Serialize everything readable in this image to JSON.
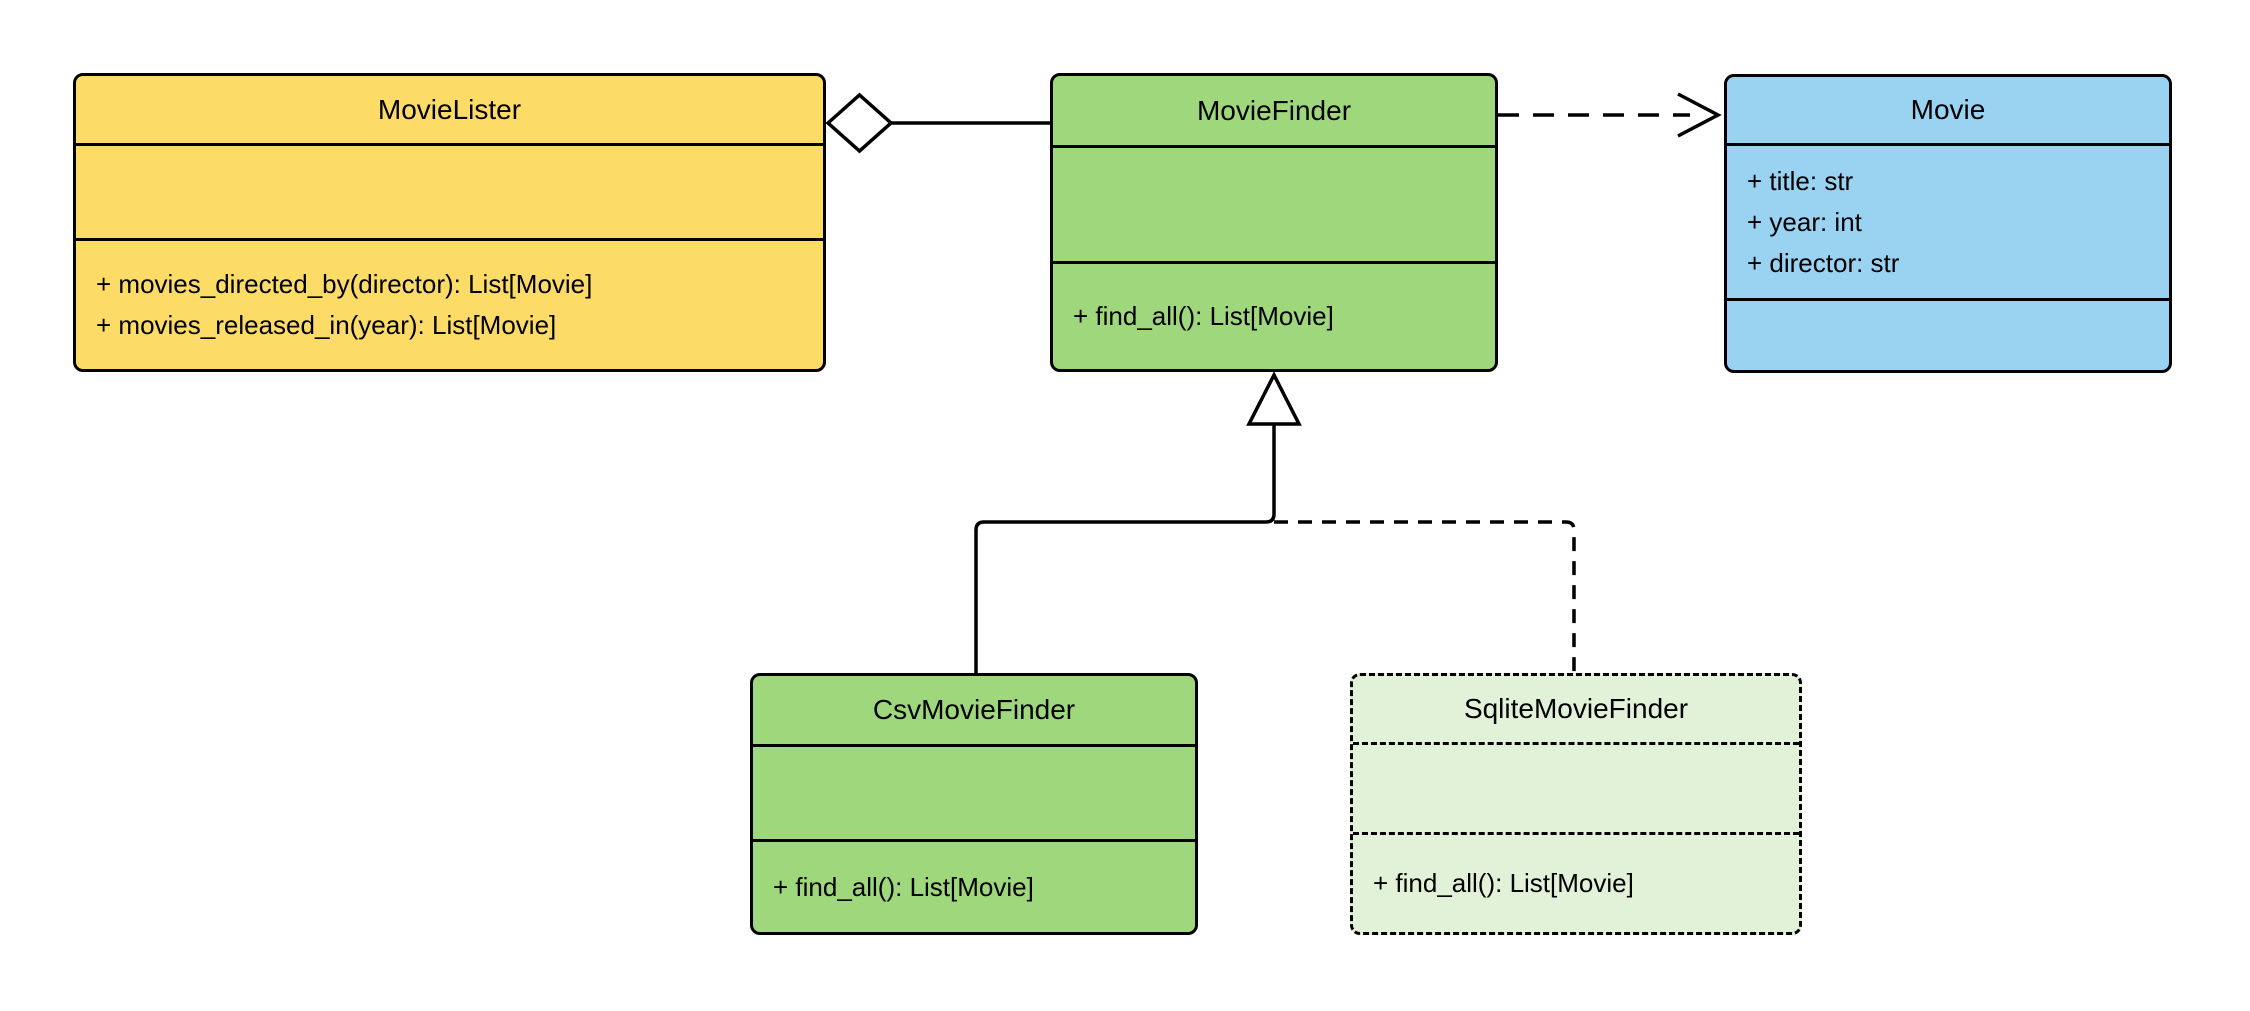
{
  "diagram": {
    "type": "uml-class-diagram",
    "background": "#ffffff",
    "line_color": "#000000"
  },
  "classes": [
    {
      "name": "MovieLister",
      "fill": "#FCDB67",
      "attributes": [],
      "methods": [
        "+ movies_directed_by(director): List[Movie]",
        "+ movies_released_in(year): List[Movie]"
      ]
    },
    {
      "name": "MovieFinder",
      "fill": "#9FD87C",
      "attributes": [],
      "methods": [
        "+ find_all(): List[Movie]"
      ]
    },
    {
      "name": "Movie",
      "fill": "#9AD2F2",
      "attributes": [
        "+ title: str",
        "+ year: int",
        "+ director: str"
      ],
      "methods": []
    },
    {
      "name": "CsvMovieFinder",
      "fill": "#9FD87C",
      "attributes": [],
      "methods": [
        "+ find_all(): List[Movie]"
      ]
    },
    {
      "name": "SqliteMovieFinder",
      "fill": "#E1F2D8",
      "attributes": [],
      "methods": [
        "+ find_all(): List[Movie]"
      ]
    }
  ],
  "relationships": [
    {
      "type": "aggregation",
      "from": "MovieLister",
      "to": "MovieFinder",
      "line": "solid",
      "marker": "hollow-diamond"
    },
    {
      "type": "dependency",
      "from": "MovieFinder",
      "to": "Movie",
      "line": "dashed",
      "marker": "open-arrow"
    },
    {
      "type": "inheritance",
      "from": "CsvMovieFinder",
      "to": "MovieFinder",
      "line": "solid",
      "marker": "hollow-triangle"
    },
    {
      "type": "inheritance",
      "from": "SqliteMovieFinder",
      "to": "MovieFinder",
      "line": "dashed",
      "marker": "hollow-triangle"
    }
  ]
}
